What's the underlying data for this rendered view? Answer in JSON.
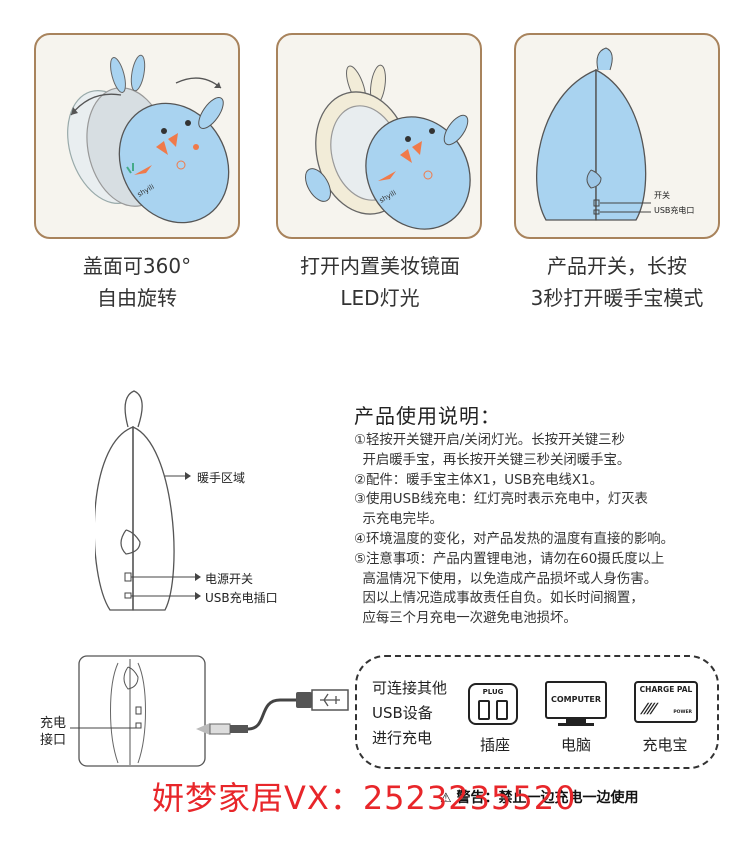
{
  "captions": [
    {
      "line1": "盖面可360°",
      "line2": "自由旋转"
    },
    {
      "line1": "打开内置美妆镜面",
      "line2": "LED灯光"
    },
    {
      "line1": "产品开关，长按",
      "line2": "3秒打开暖手宝模式"
    }
  ],
  "card3_labels": {
    "switch": "开关",
    "usb": "USB充电口"
  },
  "brand_text": "shyili",
  "diagram_labels": {
    "warm_area": "暖手区域",
    "power_switch": "电源开关",
    "usb_port": "USB充电插口"
  },
  "instructions": {
    "title": "产品使用说明：",
    "lines": [
      "①轻按开关键开启/关闭灯光。长按开关键三秒",
      "  开启暖手宝，再长按开关键三秒关闭暖手宝。",
      "②配件：暖手宝主体X1，USB充电线X1。",
      "③使用USB线充电：红灯亮时表示充电中，灯灭表",
      "  示充电完毕。",
      "④环境温度的变化，对产品发热的温度有直接的影响。",
      "⑤注意事项：产品内置锂电池，请勿在60摄氏度以上",
      "  高温情况下使用，以免造成产品损坏或人身伤害。",
      "  因以上情况造成事故责任自负。如长时间搁置，",
      "  应每三个月充电一次避免电池损坏。"
    ]
  },
  "charging": {
    "port_label_line1": "充电",
    "port_label_line2": "接口",
    "connect_text": [
      "可连接其他",
      "USB设备",
      "进行充电"
    ],
    "devices": [
      {
        "icon_text": "PLUG",
        "name": "插座"
      },
      {
        "icon_text": "COMPUTER",
        "name": "电脑"
      },
      {
        "icon_text": "CHARGE PAL",
        "icon_sub": "POWER",
        "name": "充电宝"
      }
    ]
  },
  "watermark": "妍梦家居VX：2523235520",
  "warning": "警告：禁止一边充电一边使用",
  "colors": {
    "card_border": "#a8835c",
    "device_blue": "#a9d3f0",
    "accent_orange": "#f07a4a",
    "watermark_red": "#e8262a"
  }
}
